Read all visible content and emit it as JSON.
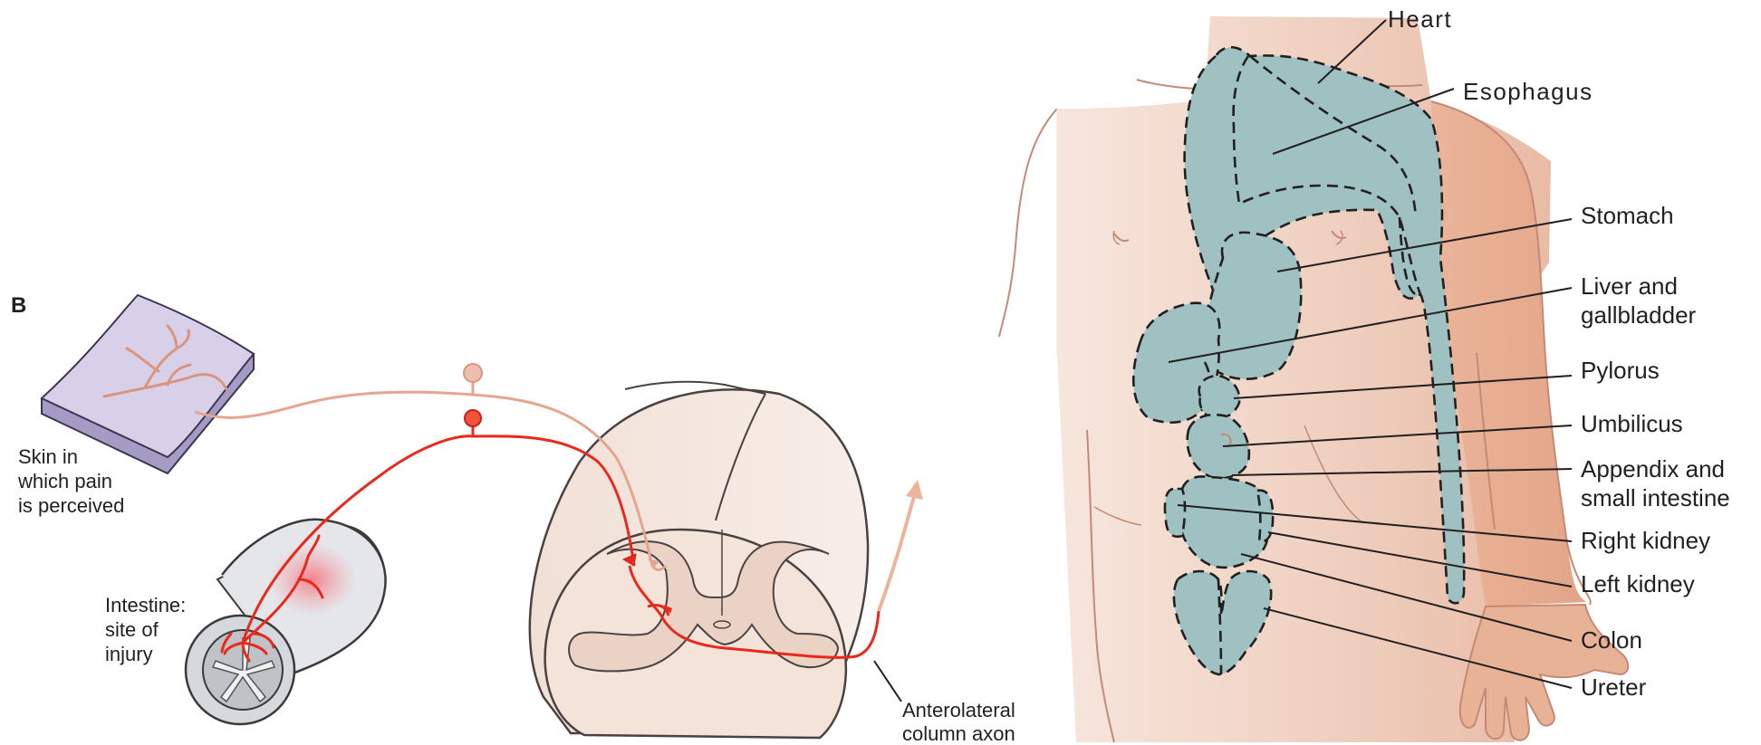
{
  "panel_b": {
    "panel_label": "B",
    "skin_label": [
      "Skin in",
      "which pain",
      "is perceived"
    ],
    "intestine_label": [
      "Intestine:",
      "site of",
      "injury"
    ],
    "axon_label": [
      "Anterolateral",
      "column axon"
    ]
  },
  "referred_pain_map": {
    "labels": [
      {
        "id": "heart",
        "lines": [
          "Heart"
        ]
      },
      {
        "id": "esophagus",
        "lines": [
          "Esophagus"
        ]
      },
      {
        "id": "stomach",
        "lines": [
          "Stomach"
        ]
      },
      {
        "id": "liver",
        "lines": [
          "Liver and",
          "gallbladder"
        ]
      },
      {
        "id": "pylorus",
        "lines": [
          "Pylorus"
        ]
      },
      {
        "id": "umbilicus",
        "lines": [
          "Umbilicus"
        ]
      },
      {
        "id": "appendix",
        "lines": [
          "Appendix and",
          "small intestine"
        ]
      },
      {
        "id": "right-kidney",
        "lines": [
          "Right kidney"
        ]
      },
      {
        "id": "left-kidney",
        "lines": [
          "Left kidney"
        ]
      },
      {
        "id": "colon",
        "lines": [
          "Colon"
        ]
      },
      {
        "id": "ureter",
        "lines": [
          "Ureter"
        ]
      }
    ]
  },
  "colors": {
    "skin_patch": "#d8d0e8",
    "visceral_afferent": "#e8291c",
    "somatic_afferent": "#e6a58f",
    "referred_zone": "#9fc1c1",
    "body_skin": "#f2d9cc"
  }
}
